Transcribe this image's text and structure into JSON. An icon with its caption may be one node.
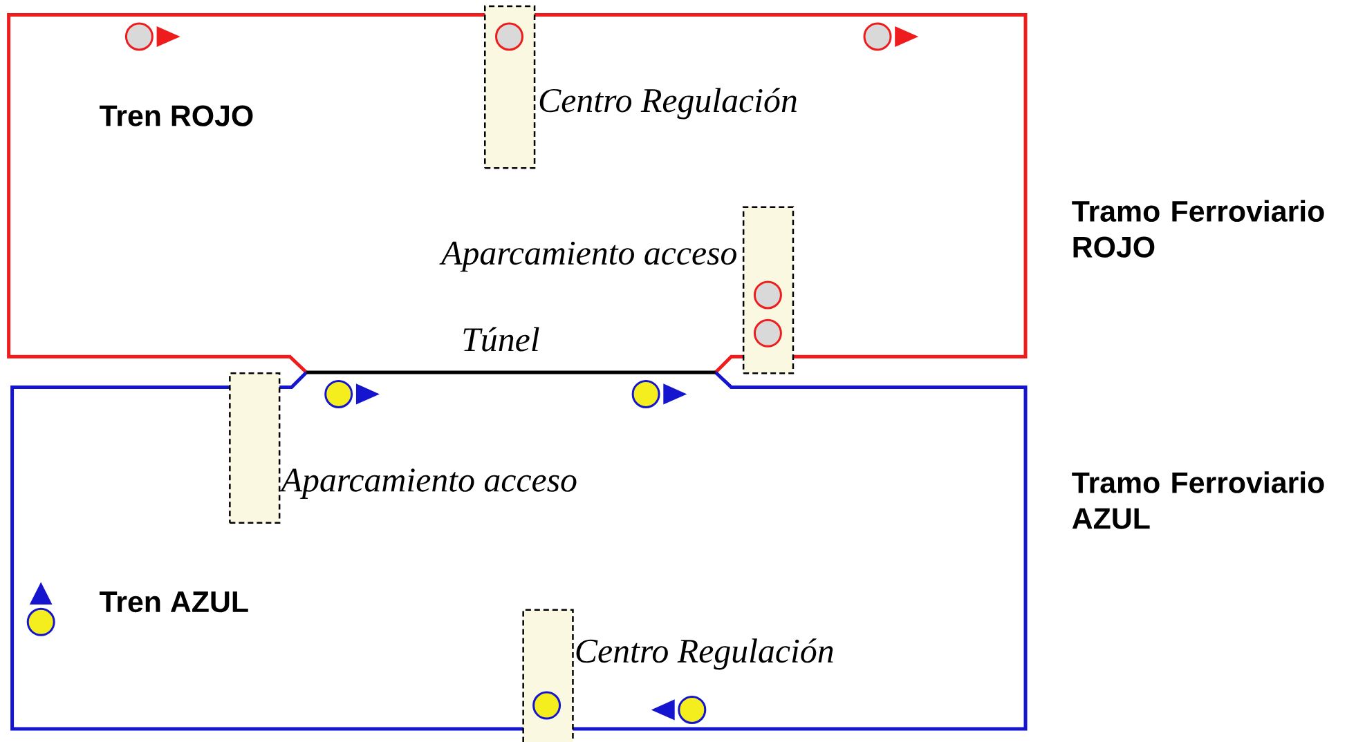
{
  "diagram": {
    "nodes": [
      {
        "text": [],
        "shape": "box",
        "beside": [
          "Centro Regulación"
        ]
      },
      {
        "text": [],
        "shape": "box",
        "beside": [
          "Aparcamiento acceso"
        ]
      },
      {
        "text": [],
        "shape": "box",
        "beside": [
          "Aparcamiento acceso"
        ]
      },
      {
        "text": [],
        "shape": "box",
        "beside": [
          "Centro Regulación"
        ]
      }
    ],
    "labels": [
      "Tren ROJO",
      "Tramo Ferroviario ROJO",
      "Túnel",
      "Tramo Ferroviario AZUL",
      "Tren AZUL"
    ]
  }
}
